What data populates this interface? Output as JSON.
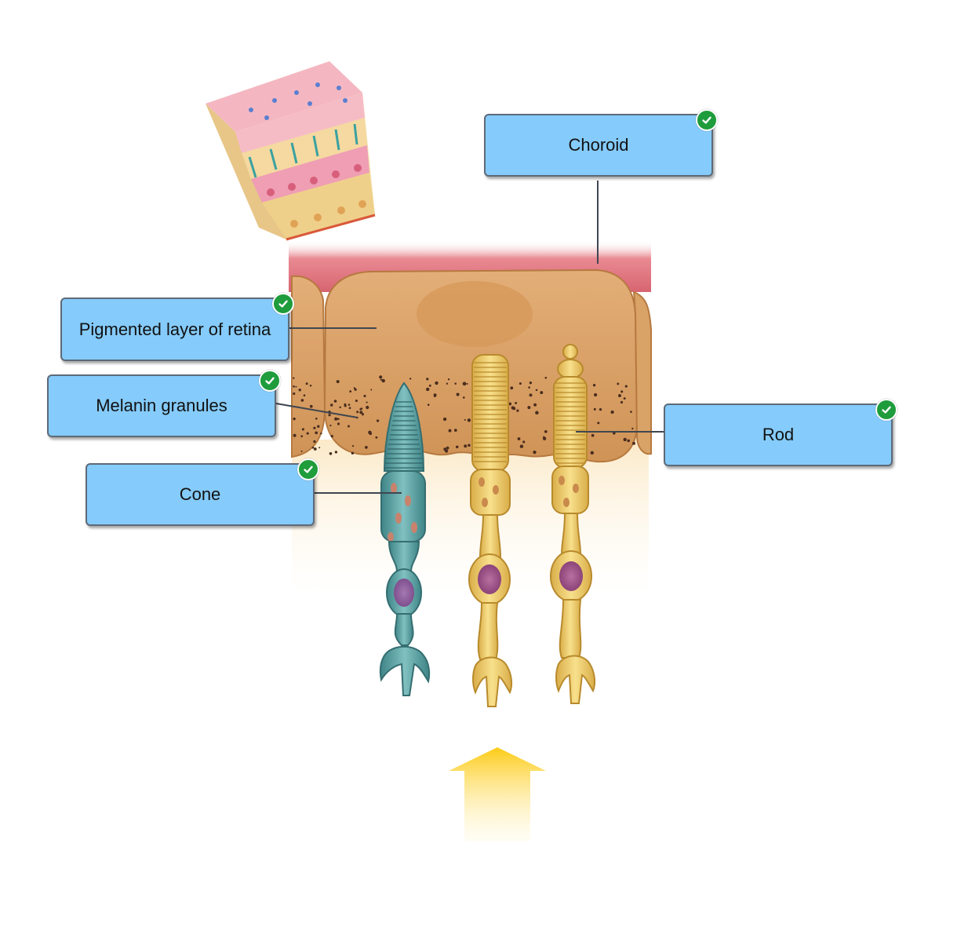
{
  "labels": {
    "choroid": "Choroid",
    "pigmented": "Pigmented layer of retina",
    "melanin": "Melanin granules",
    "rod": "Rod",
    "cone": "Cone"
  },
  "icons": {
    "correct_mark": "check-circle-icon",
    "light_direction": "arrow-up-icon"
  },
  "colors": {
    "label_fill": "#85cbfb",
    "label_border": "#5d6a78",
    "check_fill": "#1f9c3c",
    "choroid": "#e57a85",
    "pigmented_layer": "#dba56a",
    "cone_cell": "#5fa3a6",
    "rod_cell": "#efcc6e",
    "light_arrow": "#fcd53a"
  }
}
